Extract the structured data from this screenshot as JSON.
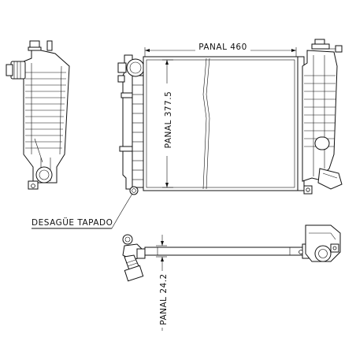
{
  "labels": {
    "width_dimension": "PANAL 460",
    "height_dimension": "PANAL 377.5",
    "thickness_dimension": "PANAL 24.2",
    "drain_callout": "DESAGÜE TAPADO"
  }
}
